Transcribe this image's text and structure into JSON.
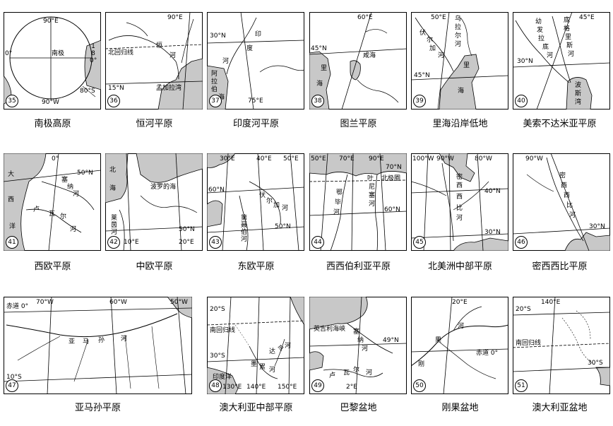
{
  "maps": [
    {
      "id": "35",
      "number": "35",
      "caption": "南极高原",
      "labels": [
        "90°E",
        "南极",
        "180°",
        "80°S",
        "0°",
        "90°W"
      ]
    },
    {
      "id": "36",
      "number": "36",
      "caption": "恒河平原",
      "labels": [
        "90°E",
        "北回归线",
        "恒",
        "河",
        "15°N",
        "孟加拉湾"
      ]
    },
    {
      "id": "37",
      "number": "37",
      "caption": "印度河平原",
      "labels": [
        "30°N",
        "印",
        "度",
        "河",
        "阿",
        "拉",
        "伯",
        "海",
        "75°E"
      ]
    },
    {
      "id": "38",
      "number": "38",
      "caption": "图兰平原",
      "labels": [
        "60°E",
        "45°N",
        "里",
        "海",
        "咸海"
      ]
    },
    {
      "id": "39",
      "number": "39",
      "caption": "里海沿岸低地",
      "labels": [
        "50°E",
        "伏",
        "尔",
        "加",
        "河",
        "乌",
        "拉",
        "尔",
        "河",
        "里",
        "45°N",
        "海"
      ]
    },
    {
      "id": "40",
      "number": "40",
      "caption": "美索不达米亚平原",
      "labels": [
        "45°E",
        "幼",
        "发",
        "拉",
        "底",
        "河",
        "底",
        "格",
        "里",
        "斯",
        "河",
        "30°N",
        "波",
        "斯",
        "湾"
      ]
    },
    {
      "id": "41",
      "number": "41",
      "caption": "西欧平原",
      "labels": [
        "0°",
        "大",
        "西",
        "洋",
        "50°N",
        "塞",
        "纳",
        "河",
        "卢",
        "瓦",
        "尔",
        "河"
      ]
    },
    {
      "id": "42",
      "number": "42",
      "caption": "中欧平原",
      "labels": [
        "北",
        "海",
        "波罗的海",
        "莱",
        "茵",
        "河",
        "10°E",
        "50°N",
        "20°E"
      ]
    },
    {
      "id": "43",
      "number": "43",
      "caption": "东欧平原",
      "labels": [
        "30°E",
        "40°E",
        "50°E",
        "60°N",
        "伏",
        "尔",
        "加",
        "河",
        "第",
        "聂",
        "伯",
        "河",
        "50°N"
      ]
    },
    {
      "id": "44",
      "number": "44",
      "caption": "西西伯利亚平原",
      "labels": [
        "50°E",
        "70°E",
        "90°E",
        "70°N",
        "北极圈",
        "鄂",
        "毕",
        "河",
        "叶",
        "尼",
        "塞",
        "河",
        "60°N"
      ]
    },
    {
      "id": "45",
      "number": "45",
      "caption": "北美洲中部平原",
      "labels": [
        "100°W",
        "90°W",
        "80°W",
        "密",
        "西",
        "西",
        "比",
        "河",
        "40°N",
        "30°N"
      ]
    },
    {
      "id": "46",
      "number": "46",
      "caption": "密西西比平原",
      "labels": [
        "90°W",
        "密",
        "西",
        "西",
        "比",
        "河",
        "30°N"
      ]
    },
    {
      "id": "47",
      "number": "47",
      "caption": "亚马孙平原",
      "labels": [
        "赤道 0°",
        "70°W",
        "60°W",
        "50°W",
        "亚",
        "马",
        "孙",
        "河",
        "10°S"
      ]
    },
    {
      "id": "48",
      "number": "48",
      "caption": "澳大利亚中部平原",
      "labels": [
        "20°S",
        "南回归线",
        "墨",
        "累",
        "河",
        "达",
        "令",
        "河",
        "30°S",
        "印度洋",
        "130°E",
        "140°E",
        "150°E"
      ]
    },
    {
      "id": "49",
      "number": "49",
      "caption": "巴黎盆地",
      "labels": [
        "英吉利海峡",
        "塞",
        "纳",
        "河",
        "49°N",
        "卢",
        "瓦",
        "尔",
        "河",
        "2°E"
      ]
    },
    {
      "id": "50",
      "number": "50",
      "caption": "刚果盆地",
      "labels": [
        "20°E",
        "刚",
        "果",
        "河",
        "赤道 0°"
      ]
    },
    {
      "id": "51",
      "number": "51",
      "caption": "澳大利亚盆地",
      "labels": [
        "140°E",
        "20°S",
        "南回归线",
        "30°S"
      ]
    }
  ]
}
